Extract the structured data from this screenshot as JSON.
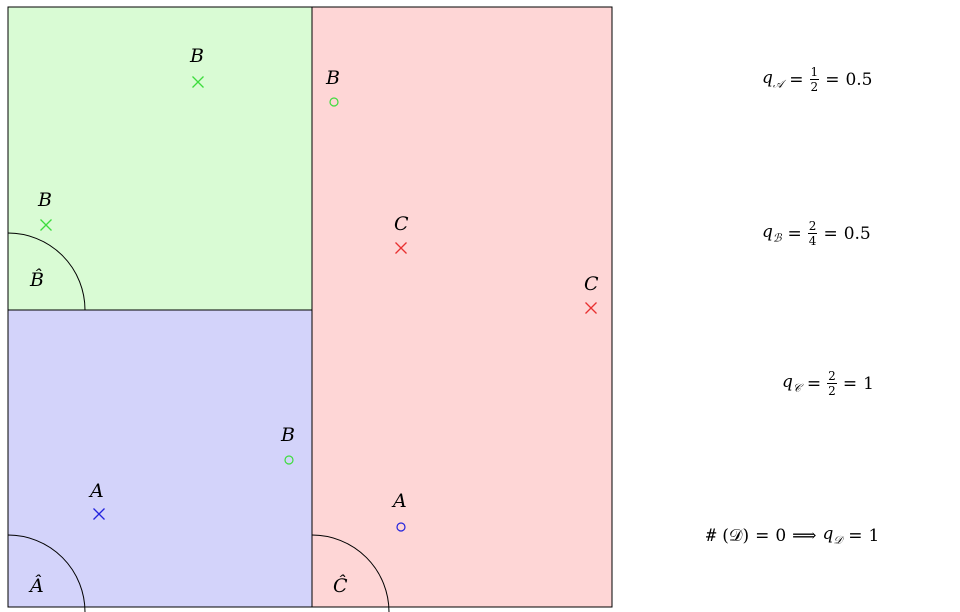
{
  "regions": [
    {
      "id": "B",
      "fill": "#d9fbd4",
      "hat_label": "B̂"
    },
    {
      "id": "A",
      "fill": "#d3d3fa",
      "hat_label": "Â"
    },
    {
      "id": "C",
      "fill": "#fed6d6",
      "hat_label": "Ĉ"
    }
  ],
  "colors": {
    "stroke": "#000000",
    "green": "#3ddc3d",
    "blue": "#2222dd",
    "red": "#e83030"
  },
  "points": [
    {
      "label": "B",
      "marker": "cross",
      "color": "green"
    },
    {
      "label": "B",
      "marker": "cross",
      "color": "green"
    },
    {
      "label": "B",
      "marker": "circle",
      "color": "green"
    },
    {
      "label": "C",
      "marker": "cross",
      "color": "red"
    },
    {
      "label": "C",
      "marker": "cross",
      "color": "red"
    },
    {
      "label": "B",
      "marker": "circle",
      "color": "green"
    },
    {
      "label": "A",
      "marker": "cross",
      "color": "blue"
    },
    {
      "label": "A",
      "marker": "circle",
      "color": "blue"
    }
  ],
  "equations": {
    "qA": {
      "var": "q",
      "sub": "𝒜",
      "num": "1",
      "den": "2",
      "result": "0.5"
    },
    "qB": {
      "var": "q",
      "sub": "ℬ",
      "num": "2",
      "den": "4",
      "result": "0.5"
    },
    "qC": {
      "var": "q",
      "sub": "𝒞",
      "num": "2",
      "den": "2",
      "result": "1"
    },
    "qD": {
      "hash": "#",
      "set": "(𝒟)",
      "count": "0",
      "implies": "⟹",
      "var": "q",
      "sub": "𝒟",
      "result": "1"
    }
  },
  "symbols": {
    "equals": "="
  }
}
